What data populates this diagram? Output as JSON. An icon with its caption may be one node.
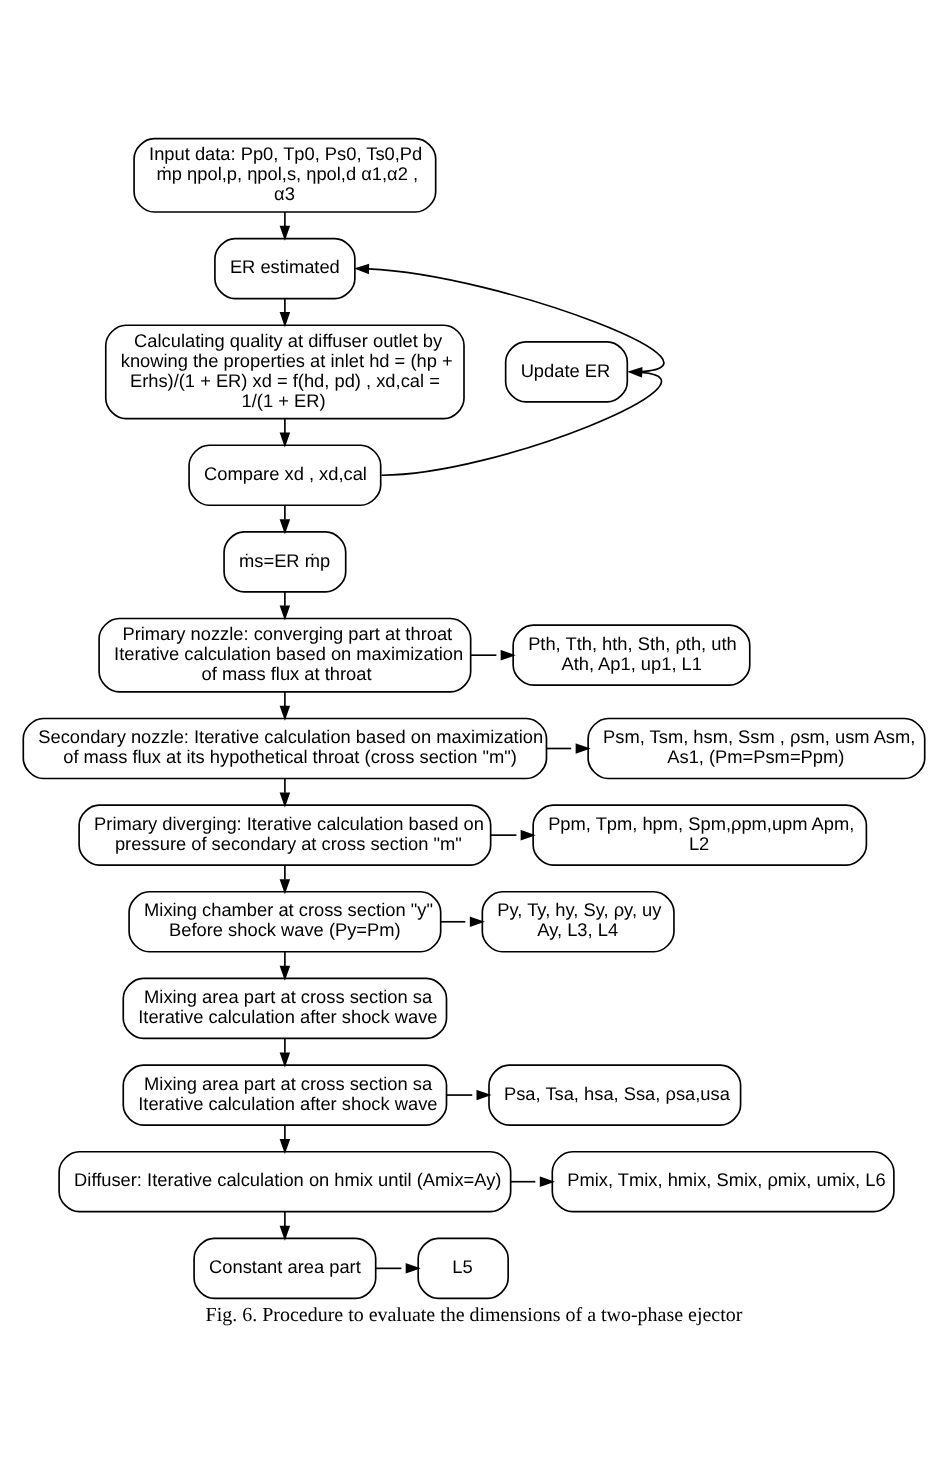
{
  "diagram": {
    "caption": "Fig. 6. Procedure to evaluate the dimensions of a two-phase ejector",
    "nodes": [
      {
        "text": [
          "Input data: Pp0, Tp0, Ps0, Ts0,Pd ṁp ηpol,p, ηpol,s, ηpol,d α1,α2 , α3"
        ]
      },
      {
        "text": [
          "ER estimated"
        ]
      },
      {
        "text": [
          "Calculating quality at diffuser outlet by knowing the properties at inlet hd = (hp + Erhs)/(1 + ER) xd = f(hd, pd) , xd,cal = 1/(1 + ER)"
        ]
      },
      {
        "text": [
          "Update ER"
        ]
      },
      {
        "text": [
          "Compare xd , xd,cal"
        ]
      },
      {
        "text": [
          "ṁs=ER ṁp"
        ]
      },
      {
        "text": [
          "Primary nozzle: converging part at throat Iterative calculation based on maximization of mass flux at throat"
        ]
      },
      {
        "text": [
          "Pth, Tth, hth, Sth, ρth, uth Ath, Ap1, up1, L1"
        ]
      },
      {
        "text": [
          "Secondary nozzle: Iterative calculation based on maximization of mass flux at its hypothetical throat (cross section \"m\")"
        ]
      },
      {
        "text": [
          "Psm, Tsm, hsm, Ssm , ρsm, usm Asm, As1, (Pm=Psm=Ppm)"
        ]
      },
      {
        "text": [
          "Primary diverging: Iterative calculation based on pressure of secondary at cross section \"m\""
        ]
      },
      {
        "text": [
          "Ppm, Tpm, hpm, Spm,ρpm,upm Apm, L2"
        ]
      },
      {
        "text": [
          "Mixing chamber at cross section \"y\" Before shock wave (Py=Pm)"
        ]
      },
      {
        "text": [
          "Py, Ty, hy, Sy, ρy, uy Ay, L3, L4"
        ]
      },
      {
        "text": [
          "Mixing area part at cross section sa Iterative calculation after shock wave"
        ]
      },
      {
        "text": [
          "Mixing area part at cross section sa Iterative calculation after shock wave"
        ]
      },
      {
        "text": [
          "Psa, Tsa, hsa, Ssa, ρsa,usa"
        ]
      },
      {
        "text": [
          "Diffuser: Iterative calculation on hmix until (Amix=Ay)"
        ]
      },
      {
        "text": [
          "Pmix, Tmix, hmix, Smix, ρmix, umix, L6"
        ]
      },
      {
        "text": [
          "Constant area part"
        ]
      },
      {
        "text": [
          "L5"
        ]
      }
    ],
    "edges": [
      {
        "from": 0,
        "to": 1,
        "arrow": "to"
      },
      {
        "from": 1,
        "to": 2,
        "arrow": "to"
      },
      {
        "from": 2,
        "to": 4,
        "arrow": "to"
      },
      {
        "from": 4,
        "to": 3,
        "arrow": "to"
      },
      {
        "from": 3,
        "to": 1,
        "arrow": "to"
      },
      {
        "from": 4,
        "to": 5,
        "arrow": "to"
      },
      {
        "from": 5,
        "to": 6,
        "arrow": "to"
      },
      {
        "from": 6,
        "to": 7,
        "arrow": "to"
      },
      {
        "from": 6,
        "to": 8,
        "arrow": "to"
      },
      {
        "from": 8,
        "to": 9,
        "arrow": "to"
      },
      {
        "from": 8,
        "to": 10,
        "arrow": "to"
      },
      {
        "from": 10,
        "to": 11,
        "arrow": "to"
      },
      {
        "from": 10,
        "to": 12,
        "arrow": "to"
      },
      {
        "from": 12,
        "to": 13,
        "arrow": "to"
      },
      {
        "from": 12,
        "to": 14,
        "arrow": "to"
      },
      {
        "from": 14,
        "to": 15,
        "arrow": "to"
      },
      {
        "from": 15,
        "to": 16,
        "arrow": "to"
      },
      {
        "from": 15,
        "to": 17,
        "arrow": "to"
      },
      {
        "from": 17,
        "to": 18,
        "arrow": "to"
      },
      {
        "from": 17,
        "to": 19,
        "arrow": "to"
      },
      {
        "from": 19,
        "to": 20,
        "arrow": "to"
      }
    ]
  }
}
